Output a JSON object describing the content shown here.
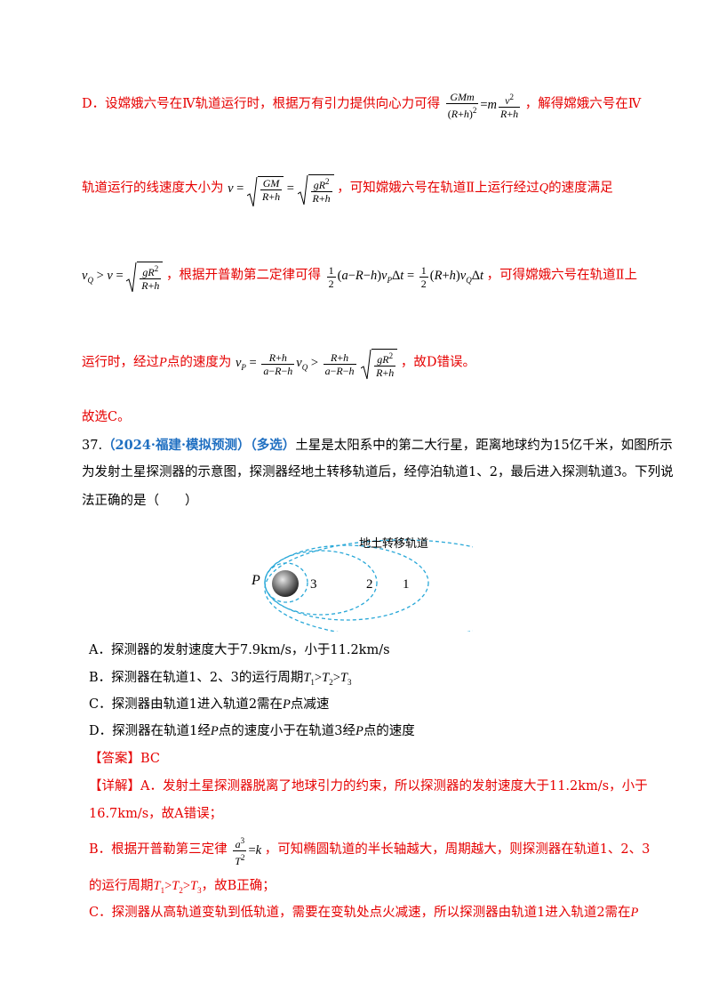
{
  "para_d": {
    "line1_pre": "D．设嫦娥六号在Ⅳ轨道运行时，根据万有引力提供向心力可得",
    "line1_post": "，解得嫦娥六号在Ⅳ",
    "line2_pre": "轨道运行的线速度大小为",
    "line2_post": "，可知嫦娥六号在轨道Ⅱ上运行经过",
    "line2_q": "Q",
    "line2_end": "的速度满足",
    "line3_mid": "，根据开普勒第二定律可得",
    "line3_post": "，可得嫦娥六号在轨道Ⅱ上",
    "line4_pre": "运行时，经过",
    "line4_p": "P",
    "line4_mid": "点的速度为",
    "line4_post": "，故D错误。"
  },
  "conclusion": "故选C。",
  "q37": {
    "number": "37.",
    "source": "（2024·福建·模拟预测）",
    "type": "（多选）",
    "stem1": "土星是太阳系中的第二大行星，距离地球约为15亿千米，如图所示",
    "stem2": "为发射土星探测器的示意图，探测器经地土转移轨道后，经停泊轨道1、2，最后进入探测轨道3。下列说",
    "stem3": "法正确的是（　　）"
  },
  "diagram": {
    "transfer_label": "地土转移轨道",
    "point_label": "P",
    "orbit_labels": [
      "3",
      "2",
      "1"
    ],
    "orbit_color": "#29a8d8"
  },
  "options": {
    "a": "A．探测器的发射速度大于7.9km/s，小于11.2km/s",
    "b_pre": "B．探测器在轨道1、2、3的运行周期",
    "c_pre": "C．探测器由轨道1进入轨道2需在",
    "c_p": "P",
    "c_post": "点减速",
    "d_pre": "D．探测器在轨道1经",
    "d_p1": "P",
    "d_mid": "点的速度小于在轨道3经",
    "d_p2": "P",
    "d_post": "点的速度"
  },
  "answer": "【答案】BC",
  "analysis": {
    "a1": "【详解】A．发射土星探测器脱离了地球引力的约束，所以探测器的发射速度大于11.2km/s，小于",
    "a2": "16.7km/s，故A错误；",
    "b1_pre": "B．根据开普勒第三定律",
    "b1_post": "，可知椭圆轨道的半长轴越大，周期越大，则探测器在轨道1、2、3",
    "b2_pre": "的运行周期",
    "b2_post": "，故B正确；",
    "c1": "C．探测器从高轨道变轨到低轨道，需要在变轨处点火减速，所以探测器由轨道1进入轨道2需在",
    "c1_p": "P"
  }
}
